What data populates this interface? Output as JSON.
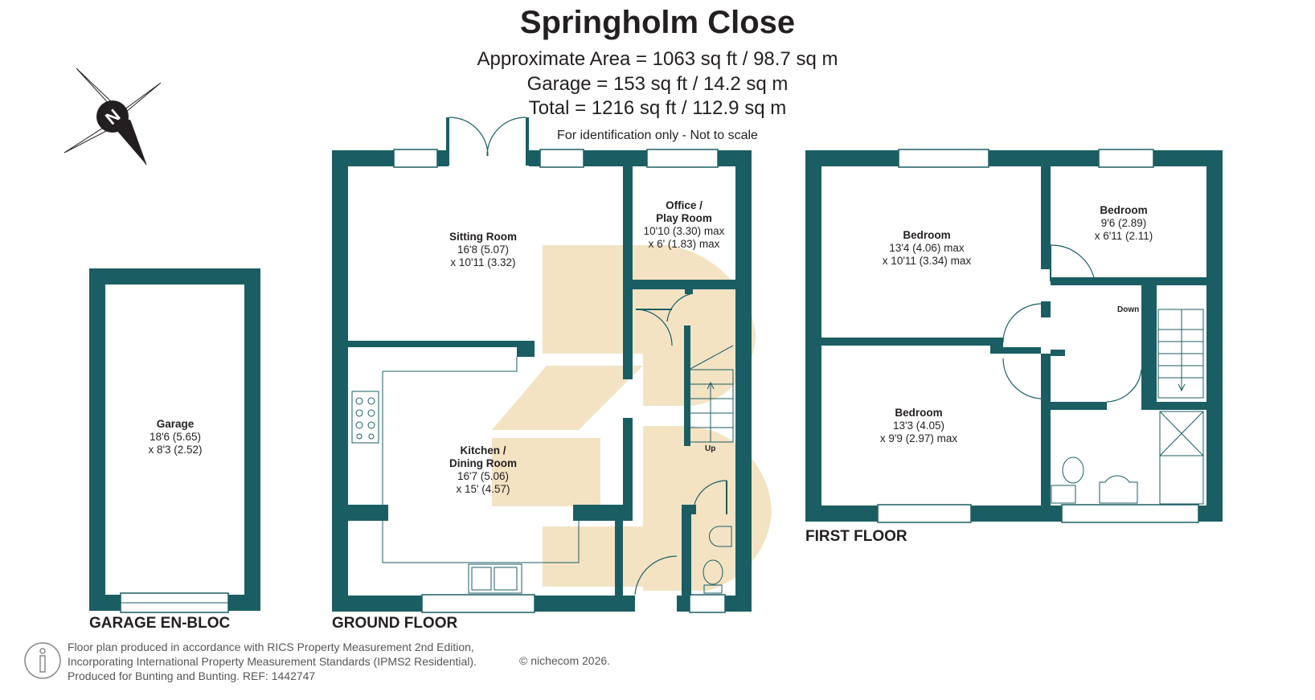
{
  "header": {
    "title": "Springholm Close",
    "area_lines": [
      "Approximate Area = 1063 sq ft / 98.7 sq m",
      "Garage = 153 sq ft / 14.2 sq m",
      "Total = 1216 sq ft / 112.9 sq m"
    ],
    "note": "For identification only - Not to scale"
  },
  "compass": {
    "letter": "N",
    "icon": "compass-icon"
  },
  "floors": {
    "garage": "GARAGE EN-BLOC",
    "ground": "GROUND FLOOR",
    "first": "FIRST FLOOR"
  },
  "rooms": {
    "garage": {
      "name": "Garage",
      "dim1": "18'6 (5.65)",
      "dim2": "x 8'3 (2.52)"
    },
    "sitting": {
      "name": "Sitting Room",
      "dim1": "16'8 (5.07)",
      "dim2": "x 10'11 (3.32)"
    },
    "office": {
      "name1": "Office /",
      "name2": "Play Room",
      "dim1": "10'10 (3.30) max",
      "dim2": "x 6' (1.83) max"
    },
    "kitchen": {
      "name1": "Kitchen /",
      "name2": "Dining Room",
      "dim1": "16'7 (5.06)",
      "dim2": "x 15' (4.57)"
    },
    "bedroom1": {
      "name": "Bedroom",
      "dim1": "13'4 (4.06) max",
      "dim2": "x 10'11 (3.34) max"
    },
    "bedroom2": {
      "name": "Bedroom",
      "dim1": "9'6 (2.89)",
      "dim2": "x 6'11 (2.11)"
    },
    "bedroom3": {
      "name": "Bedroom",
      "dim1": "13'3 (4.05)",
      "dim2": "x 9'9 (2.97) max"
    }
  },
  "stairs": {
    "up": "Up",
    "down": "Down"
  },
  "footer": {
    "lines": [
      "Floor plan produced in accordance with RICS Property Measurement 2nd Edition,",
      "Incorporating International Property Measurement Standards (IPMS2 Residential).",
      "Produced for Bunting and Bunting.   REF:  1442747"
    ],
    "copyright": "© nichecom 2026."
  },
  "colors": {
    "wall": "#1a5e63",
    "watermark": "#f3e3c3",
    "text": "#231f20"
  }
}
